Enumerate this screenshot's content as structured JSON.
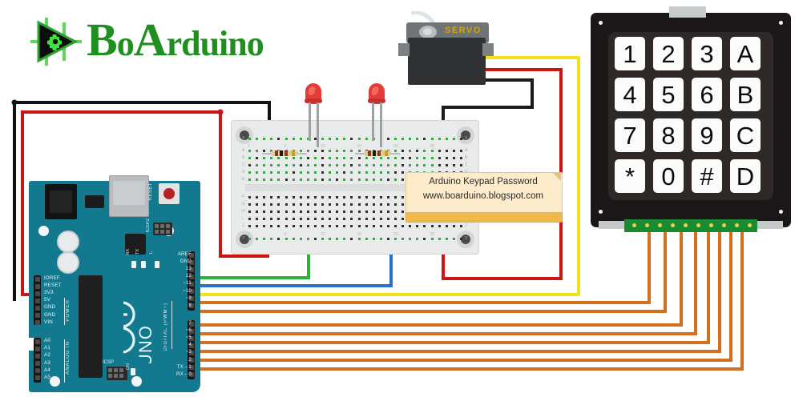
{
  "logo": {
    "text_main": "BoArduino",
    "parts": [
      {
        "t": "B",
        "s": "cap"
      },
      {
        "t": "o",
        "s": "sm"
      },
      {
        "t": "A",
        "s": "cap"
      },
      {
        "t": "rduino",
        "s": "sm"
      }
    ],
    "mark": "boarduino-gear-triangle-icon",
    "color": "#1f8f1f"
  },
  "callout": {
    "line1": "Arduino Keypad Password",
    "line2": "www.boarduino.blogspot.com",
    "bg": "#fdeccb",
    "bar": "#f0b94e"
  },
  "servo": {
    "label": "SERVO",
    "label_color": "#d9a407",
    "wires": [
      {
        "name": "signal",
        "color": "#f2e318"
      },
      {
        "name": "power",
        "color": "#cc1414"
      },
      {
        "name": "ground",
        "color": "#1a1a1a"
      }
    ]
  },
  "keypad": {
    "type": "4x4-matrix-membrane-keypad",
    "rows": [
      [
        "1",
        "2",
        "3",
        "A"
      ],
      [
        "4",
        "5",
        "6",
        "B"
      ],
      [
        "7",
        "8",
        "9",
        "C"
      ],
      [
        "*",
        "0",
        "#",
        "D"
      ]
    ],
    "pin_count": 8,
    "pcb_color": "#1c8a2e",
    "wire_color": "#d2701f"
  },
  "arduino": {
    "name": "UNO",
    "brand": "Arduino",
    "reset_label": "RESET",
    "icsp2_label": "ICSP2",
    "icsp_label": "ICSP",
    "indicator_labels": [
      "RX",
      "TX",
      "L",
      "ON"
    ],
    "power_group_label": "POWER",
    "analog_group_label": "ANALOG IN",
    "digital_group_label": "DIGITAL (PWM~)",
    "power_pins": [
      "IOREF",
      "RESET",
      "3V3",
      "5V",
      "GND",
      "GND",
      "VIN"
    ],
    "analog_pins": [
      "A0",
      "A1",
      "A2",
      "A3",
      "A4",
      "A5"
    ],
    "digital_pins_top": [
      "AREF",
      "GND",
      "13",
      "12",
      "~11",
      "~10",
      "~9",
      "8"
    ],
    "digital_pins_bottom": [
      "7",
      "~6",
      "~5",
      "4",
      "~3",
      "2",
      "TX→1",
      "RX←0"
    ],
    "board_color": "#12798f"
  },
  "breadboard": {
    "row_labels_top": [
      "X",
      "A",
      "B",
      "C",
      "D",
      "E"
    ],
    "row_labels_bottom": [
      "F",
      "G",
      "H",
      "I",
      "J",
      "Y"
    ],
    "column_numbers": [
      "1",
      "5",
      "10",
      "15",
      "20",
      "25"
    ],
    "body_color": "#e9eaea"
  },
  "components": {
    "leds": [
      {
        "name": "led-1",
        "color": "#e53a35"
      },
      {
        "name": "led-2",
        "color": "#e53a35"
      }
    ],
    "resistors": [
      {
        "name": "resistor-1",
        "body": "#d9cfa4",
        "bands": [
          "#8a3a1a",
          "#1a1a1a",
          "#8a3a1a",
          "#c8a020"
        ]
      },
      {
        "name": "resistor-2",
        "body": "#d9cfa4",
        "bands": [
          "#8a3a1a",
          "#1a1a1a",
          "#8a3a1a",
          "#c8a020"
        ]
      }
    ]
  },
  "wiring": {
    "connections": [
      {
        "from": "arduino-gnd",
        "to": "breadboard-top-negative-rail",
        "color": "#111111"
      },
      {
        "from": "arduino-5v",
        "to": "breadboard-bottom-positive-rail",
        "color": "#cc1414"
      },
      {
        "from": "arduino-pin-13",
        "to": "breadboard-led-1",
        "color": "#2bb33a"
      },
      {
        "from": "arduino-pin-12",
        "to": "breadboard-led-2",
        "color": "#2a72c8"
      },
      {
        "from": "arduino-pin-11",
        "to": "servo-signal",
        "color": "#f2e318"
      },
      {
        "from": "arduino-pins-2-9",
        "to": "keypad-connector",
        "color": "#d2701f"
      },
      {
        "from": "servo-power",
        "to": "breadboard-positive-rail",
        "color": "#cc1414"
      },
      {
        "from": "servo-ground",
        "to": "breadboard-negative-rail",
        "color": "#111111"
      }
    ]
  }
}
